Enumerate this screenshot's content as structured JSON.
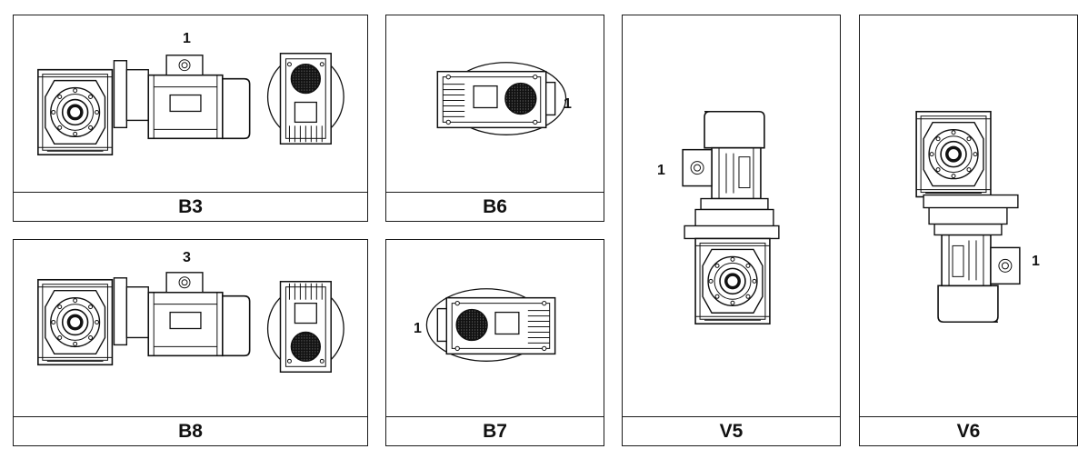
{
  "panels": {
    "b3": {
      "label": "B3",
      "marker": "1"
    },
    "b8": {
      "label": "B8",
      "marker": "3"
    },
    "b6": {
      "label": "B6",
      "marker": "1"
    },
    "b7": {
      "label": "B7",
      "marker": "1"
    },
    "v5": {
      "label": "V5",
      "marker": "1"
    },
    "v6": {
      "label": "V6",
      "marker": "1"
    }
  }
}
